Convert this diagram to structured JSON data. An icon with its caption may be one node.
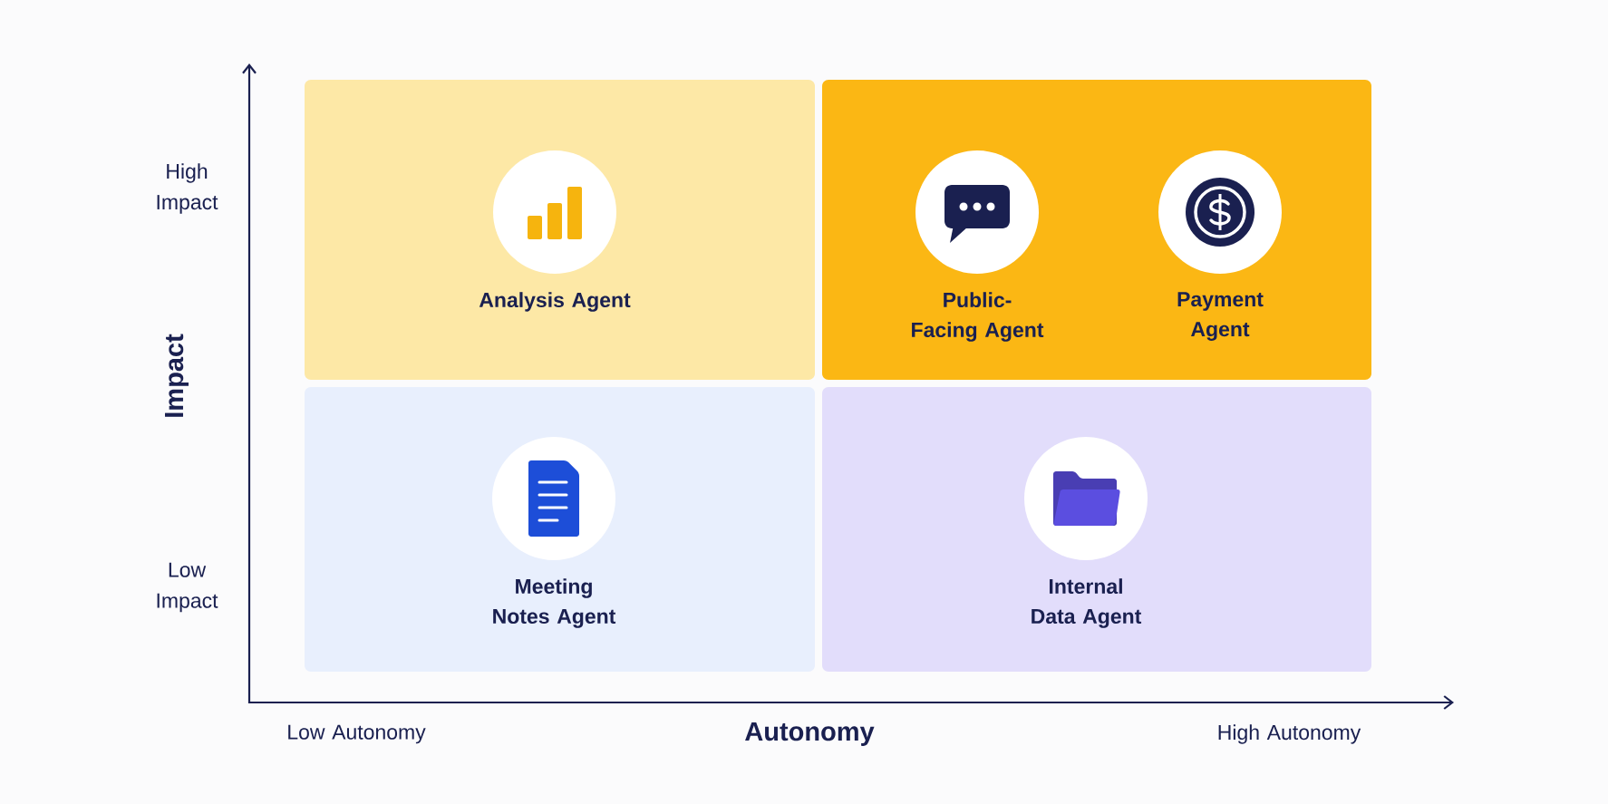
{
  "diagram": {
    "nodes": [
      {
        "text": [],
        "shape": "box"
      },
      {
        "text": [
          "Analysis Agent"
        ],
        "in": 0
      },
      {
        "text": [],
        "shape": "box"
      },
      {
        "text": [
          "Public-Facing Agent"
        ],
        "in": 2
      },
      {
        "text": [
          "Payment Agent"
        ],
        "in": 2
      },
      {
        "text": [],
        "shape": "box"
      },
      {
        "text": [
          "Meeting Notes Agent"
        ],
        "in": 5
      },
      {
        "text": [],
        "shape": "box"
      },
      {
        "text": [
          "Internal Data Agent"
        ],
        "in": 7
      }
    ],
    "labels": [
      "High Impact",
      "Impact",
      "Low Impact",
      "Low Autonomy",
      "Autonomy",
      "High Autonomy"
    ]
  }
}
